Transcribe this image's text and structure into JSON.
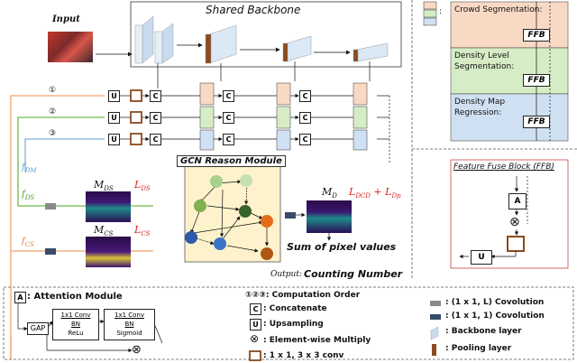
{
  "backbone": {
    "title": "Shared Backbone",
    "input_label": "Input"
  },
  "gcn": {
    "title": "GCN Reason Module"
  },
  "outputs": {
    "sum_label": "Sum of pixel values",
    "output_prefix": "Output:",
    "output_value": "Counting Number"
  },
  "maps": {
    "md": "M",
    "md_sub": "D",
    "mds": "M",
    "mds_sub": "DS",
    "mcs": "M",
    "mcs_sub": "CS",
    "lds": "L",
    "lds_sub": "DS",
    "lcs": "L",
    "lcs_sub": "CS",
    "ldcd": "L",
    "ldcd_sub": "DCD",
    "plus": "+",
    "ldp": "L",
    "ldp_sub": "Dp",
    "fdm": "f",
    "fdm_sub": "DM",
    "fds": "f",
    "fds_sub": "DS",
    "fcs": "f",
    "fcs_sub": "CS"
  },
  "order_marks": [
    "①",
    "②",
    "③"
  ],
  "ops": {
    "u": "U",
    "c": "C",
    "a": "A",
    "x": "⊗"
  },
  "tasks": {
    "crowd": "Crowd Segmentation:",
    "density_level": "Density Level Segmentation:",
    "density_map": "Density Map Regression:",
    "ffb": "FFB",
    "colon": ":"
  },
  "ffb_title": "Feature Fuse Block (FFB)",
  "legend": {
    "attention": ": Attention Module",
    "gap": "GAP",
    "conv1": [
      "1x1 Conv",
      "BN",
      "ReLu"
    ],
    "conv2": [
      "1x1 Conv",
      "BN",
      "Sigmoid"
    ],
    "order": "①②③: Computation Order",
    "concat": ": Concatenate",
    "upsample": ": Upsampling",
    "multiply": ": Element-wise Multiply",
    "conv": ": 1 x 1, 3 x 3 conv",
    "conv_l": ": (1 x 1, L) Covolution",
    "conv_1": ": (1 x 1, 1) Covolution",
    "backbone_layer": ": Backbone layer",
    "pooling_layer": ": Pooling layer"
  },
  "colors": {
    "crowd_seg": "#f8d9c4",
    "density_level": "#d6ecc6",
    "density_map": "#cfe0f2",
    "gcn_bg": "#fdf2cc",
    "orange_line": "#f5a36c",
    "green_line": "#6dbb4c",
    "blue_line": "#7fb0dd",
    "brown": "#8a4b1d"
  }
}
